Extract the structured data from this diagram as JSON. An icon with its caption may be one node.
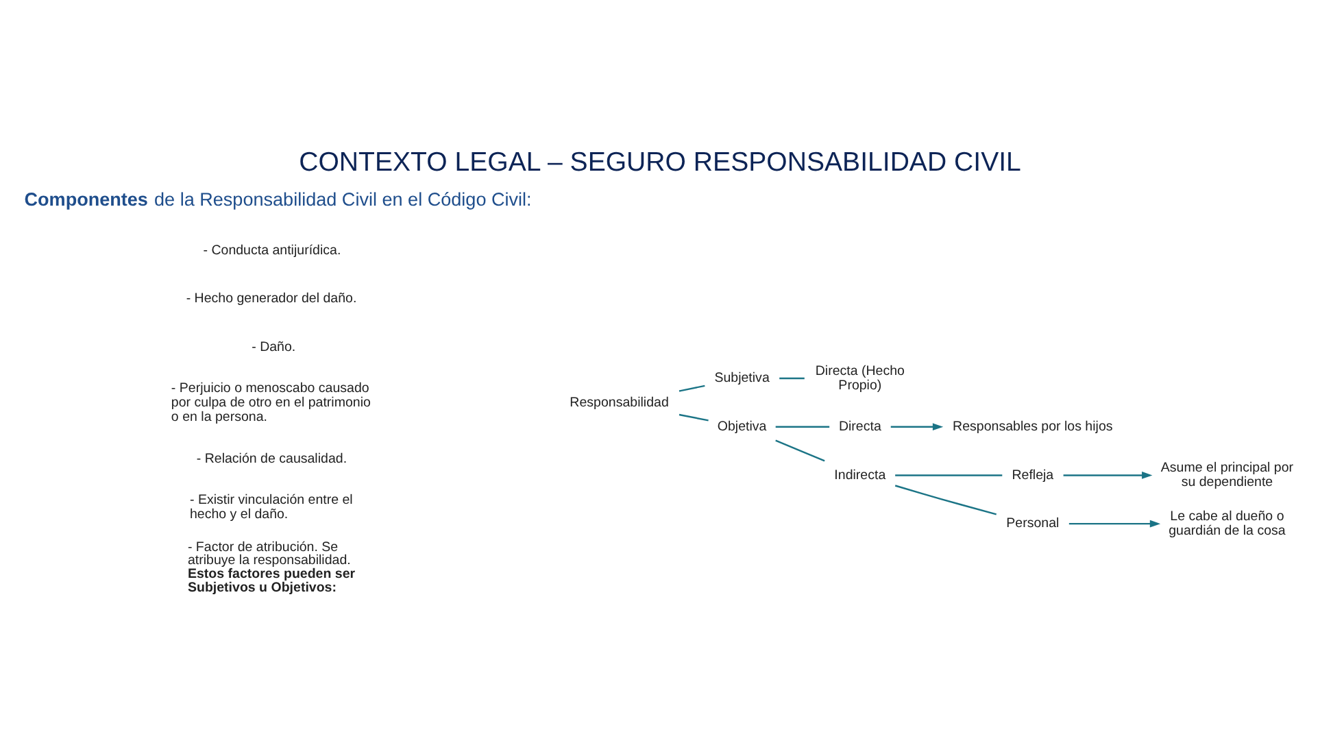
{
  "diagram": {
    "title": "CONTEXTO LEGAL – SEGURO RESPONSABILIDAD CIVIL",
    "nodes": [
      {
        "text": [
          "Responsabilidad"
        ]
      },
      {
        "text": [
          "Subjetiva"
        ]
      },
      {
        "text": [
          "Directa (Hecho Propio)"
        ]
      },
      {
        "text": [
          "Objetiva"
        ]
      },
      {
        "text": [
          "Directa"
        ]
      },
      {
        "text": [
          "Responsables por los hijos"
        ]
      },
      {
        "text": [
          "Indirecta"
        ]
      },
      {
        "text": [
          "Refleja"
        ]
      },
      {
        "text": [
          "Asume el principal por su dependiente"
        ]
      },
      {
        "text": [
          "Personal"
        ]
      },
      {
        "text": [
          "Le cabe al dueño o guardián de la cosa"
        ]
      }
    ],
    "edges": [
      {
        "from": 0,
        "to": 1,
        "arrow": "none"
      },
      {
        "from": 0,
        "to": 3,
        "arrow": "none"
      },
      {
        "from": 1,
        "to": 2,
        "arrow": "none"
      },
      {
        "from": 3,
        "to": 4,
        "arrow": "none"
      },
      {
        "from": 3,
        "to": 6,
        "arrow": "none"
      },
      {
        "from": 4,
        "to": 5,
        "arrow": "to"
      },
      {
        "from": 6,
        "to": 7,
        "arrow": "none"
      },
      {
        "from": 6,
        "to": 9,
        "arrow": "none"
      },
      {
        "from": 7,
        "to": 8,
        "arrow": "to"
      },
      {
        "from": 9,
        "to": 10,
        "arrow": "to"
      }
    ],
    "labels": [
      "**Componentes** de la Responsabilidad Civil en el Código Civil:",
      "- Conducta antijurídica.",
      "- Hecho generador del daño.",
      "- Daño.",
      "- Perjuicio o menoscabo causado por culpa de otro en el patrimonio o en la persona.",
      "- Relación de causalidad.",
      "- Existir vinculación entre el hecho y el daño.",
      "- Factor de atribución. Se atribuye la responsabilidad. **Estos factores pueden ser Subjetivos u Objetivos:**"
    ]
  }
}
